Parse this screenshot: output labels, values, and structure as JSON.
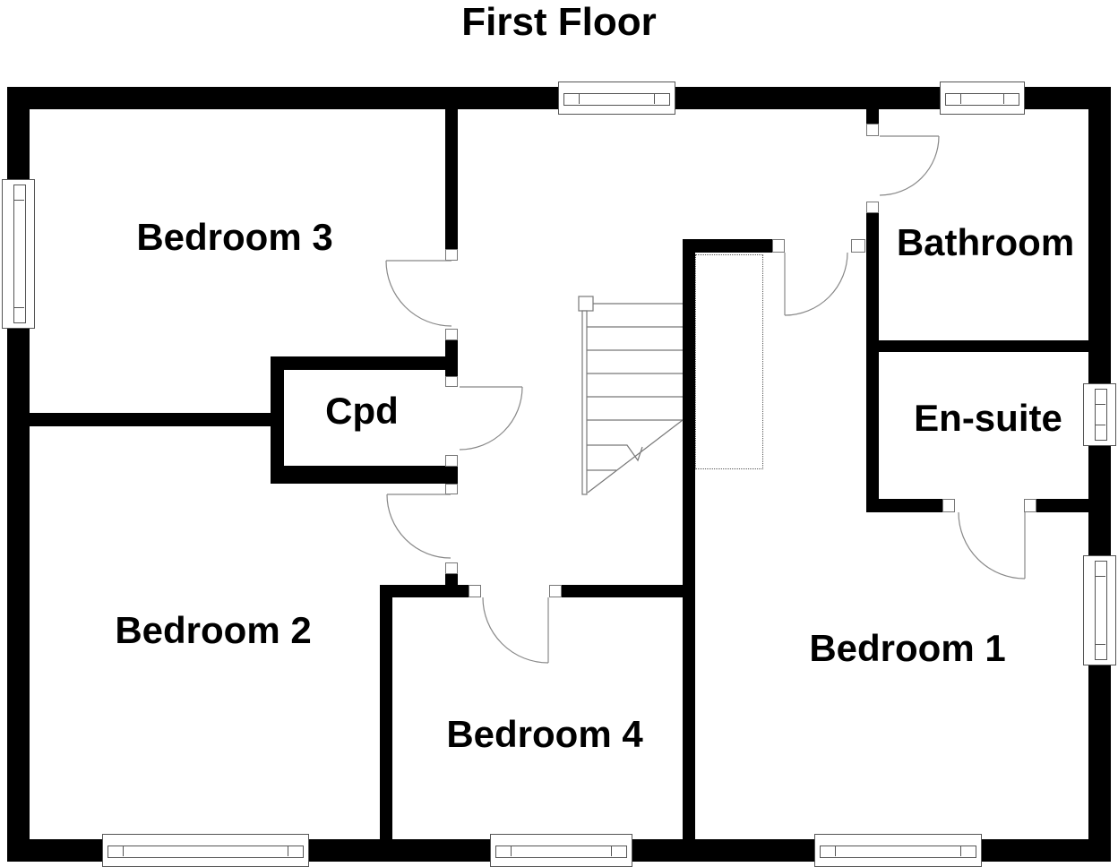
{
  "title": "First Floor",
  "rooms": {
    "bedroom3": {
      "label": "Bedroom 3"
    },
    "bathroom": {
      "label": "Bathroom"
    },
    "cpd": {
      "label": "Cpd"
    },
    "ensuite": {
      "label": "En-suite"
    },
    "bedroom2": {
      "label": "Bedroom 2"
    },
    "bedroom4": {
      "label": "Bedroom 4"
    },
    "bedroom1": {
      "label": "Bedroom 1"
    }
  },
  "colors": {
    "wall": "#000000",
    "floor": "#ffffff",
    "detail_line": "#888888"
  },
  "symbols": {
    "doors": [
      "bedroom3-door",
      "cpd-door",
      "bedroom2-door",
      "bedroom4-door",
      "bedroom1-door",
      "bathroom-door",
      "ensuite-door"
    ],
    "windows": [
      "bedroom3-window",
      "landing-window",
      "bathroom-window",
      "ensuite-window",
      "bedroom1-window-east",
      "bedroom2-window",
      "bedroom4-window",
      "bedroom1-window-south"
    ],
    "staircase": "staircase-with-break-line",
    "void": "dashed-void-outline"
  }
}
